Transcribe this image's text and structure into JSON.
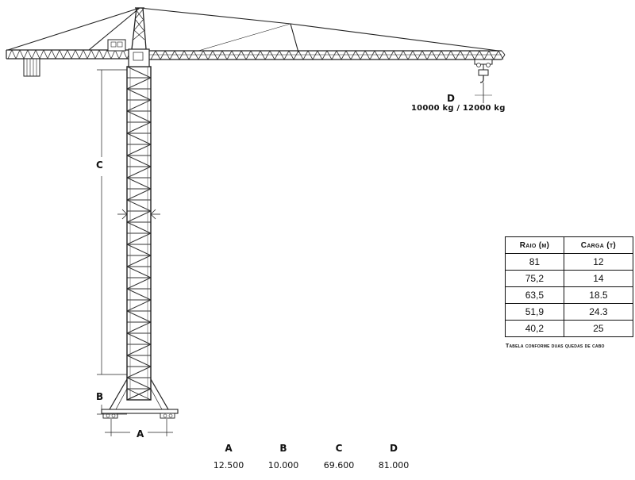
{
  "diagram": {
    "labels": {
      "A": "A",
      "B": "B",
      "C": "C",
      "D": "D"
    },
    "load_label": "10000 kg / 12000 kg"
  },
  "capacity_table": {
    "headers": [
      "Raio (m)",
      "Carga (t)"
    ],
    "rows": [
      [
        "81",
        "12"
      ],
      [
        "75,2",
        "14"
      ],
      [
        "63,5",
        "18.5"
      ],
      [
        "51,9",
        "24.3"
      ],
      [
        "40,2",
        "25"
      ]
    ],
    "note": "Tabela conforme duas quedas de cabo"
  },
  "dimensions": [
    {
      "key": "A",
      "value": "12.500"
    },
    {
      "key": "B",
      "value": "10.000"
    },
    {
      "key": "C",
      "value": "69.600"
    },
    {
      "key": "D",
      "value": "81.000"
    }
  ]
}
